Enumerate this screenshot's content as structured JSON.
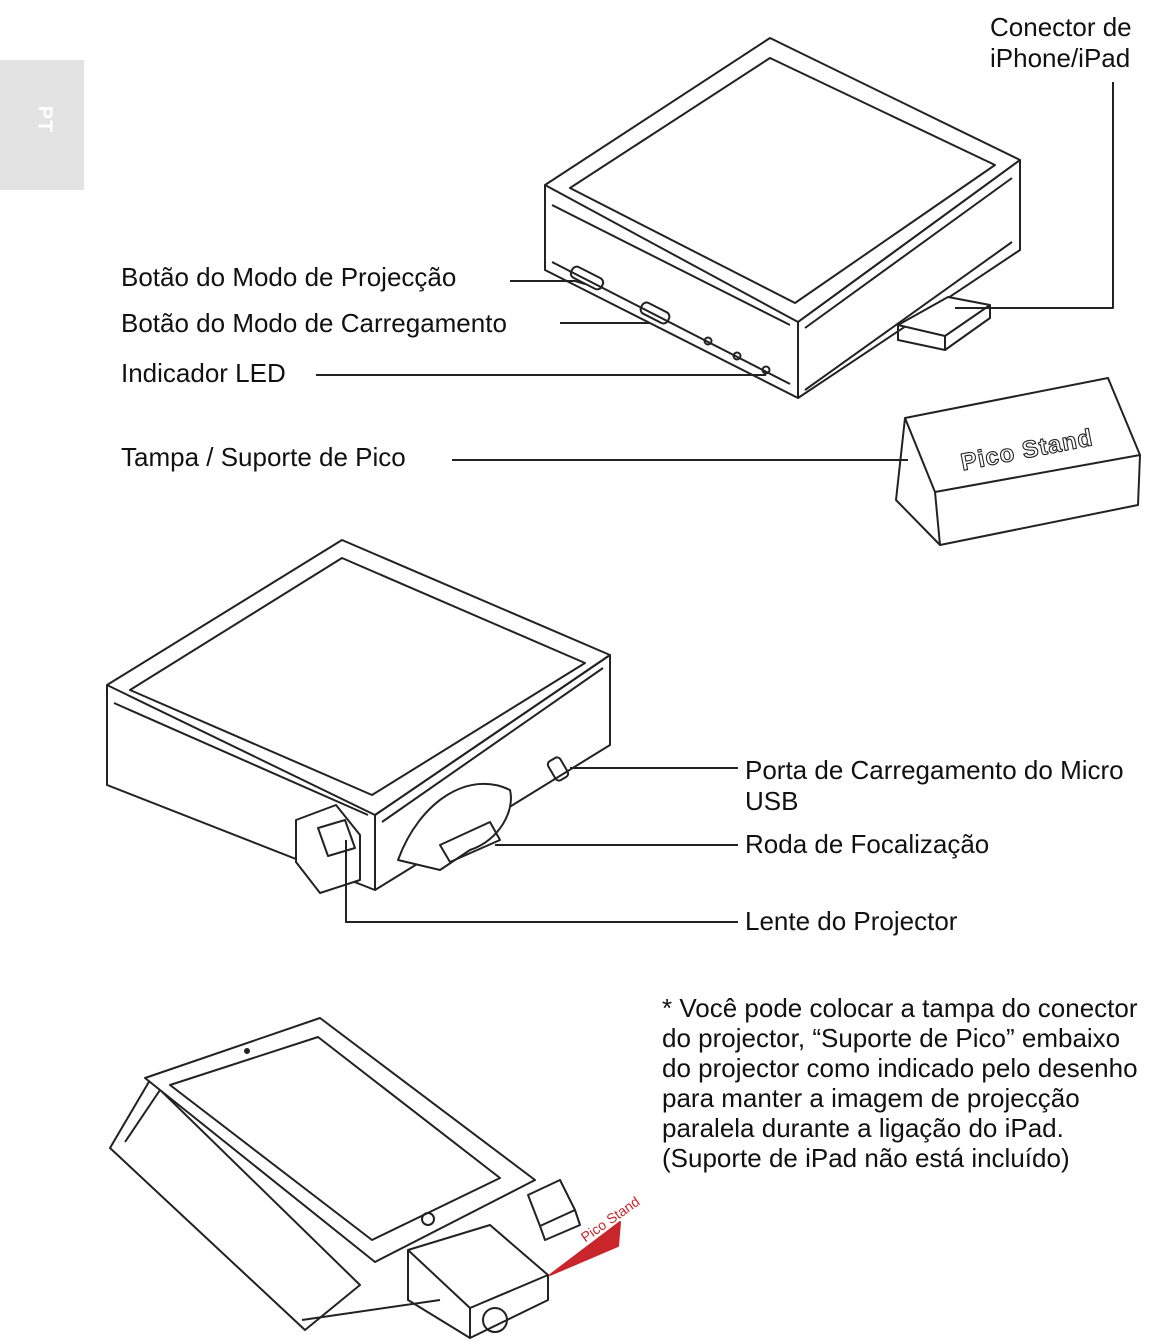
{
  "side_tab": {
    "lang": "PT"
  },
  "labels": {
    "connector": "Conector de\niPhone/iPad",
    "projection_button": "Botão do Modo de Projecção",
    "charging_button": "Botão do Modo de Carregamento",
    "led": "Indicador LED",
    "cover": "Tampa / Suporte de Pico",
    "micro_usb": "Porta de Carregamento do Micro\nUSB",
    "focus_wheel": "Roda de Focalização",
    "lens": "Lente do Projector"
  },
  "stand_label": "Pico Stand",
  "note": "* Você pode colocar a tampa do conector do projector, “Suporte de Pico” embaixo do projector como indicado pelo desenho para manter a imagem de projecção paralela durante a ligação do iPad. (Suporte de iPad não está incluído)"
}
